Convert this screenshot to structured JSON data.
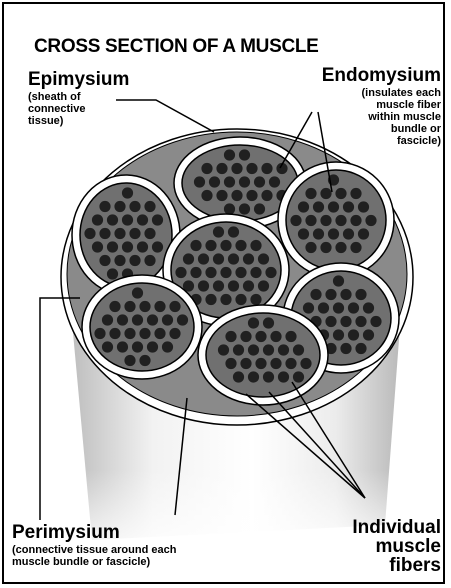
{
  "title": "CROSS SECTION OF A MUSCLE",
  "labels": {
    "epimysium": {
      "name": "Epimysium",
      "desc_lines": [
        "(sheath of",
        "connective",
        "tissue)"
      ]
    },
    "endomysium": {
      "name": "Endomysium",
      "desc_lines": [
        "(insulates each",
        "muscle fiber",
        "within muscle",
        "bundle or",
        "fascicle)"
      ]
    },
    "perimysium": {
      "name": "Perimysium",
      "desc_lines": [
        "(connective tissue around each",
        "muscle bundle or fascicle)"
      ]
    },
    "fibers": {
      "name_lines": [
        "Individual",
        "muscle",
        "fibers"
      ]
    }
  },
  "colors": {
    "fascicle_fill": "#707070",
    "fiber_fill": "#202020",
    "sheath_fill": "#ffffff",
    "epimysium_fill": "#8a8a8a",
    "outline": "#000000"
  }
}
